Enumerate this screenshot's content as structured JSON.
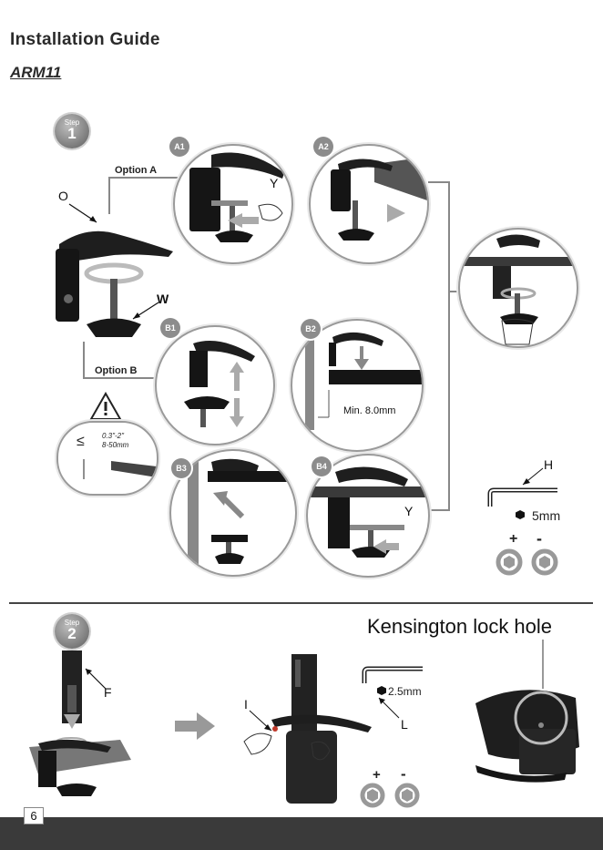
{
  "header": {
    "title": "Installation Guide",
    "model": "ARM11"
  },
  "step1": {
    "step_word": "Step",
    "step_number": "1",
    "option_a": "Option A",
    "option_b": "Option B",
    "labels": {
      "o": "O",
      "w": "W",
      "y1": "Y",
      "y2": "Y",
      "h": "H"
    },
    "circles": [
      "A1",
      "A2",
      "B1",
      "B2",
      "B3",
      "B4"
    ],
    "min_thickness": "Min. 8.0mm",
    "range_inch": "0.3\"-2\"",
    "range_mm": "8-50mm",
    "le_symbol": "≤",
    "hex_key_size": "5mm",
    "plus": "+",
    "minus": "-"
  },
  "step2": {
    "step_word": "Step",
    "step_number": "2",
    "kensington": "Kensington lock hole",
    "labels": {
      "f": "F",
      "i": "I",
      "l": "L"
    },
    "hex_key_size": "2.5mm",
    "plus": "+",
    "minus": "-"
  },
  "footer": {
    "page_number": "6"
  }
}
